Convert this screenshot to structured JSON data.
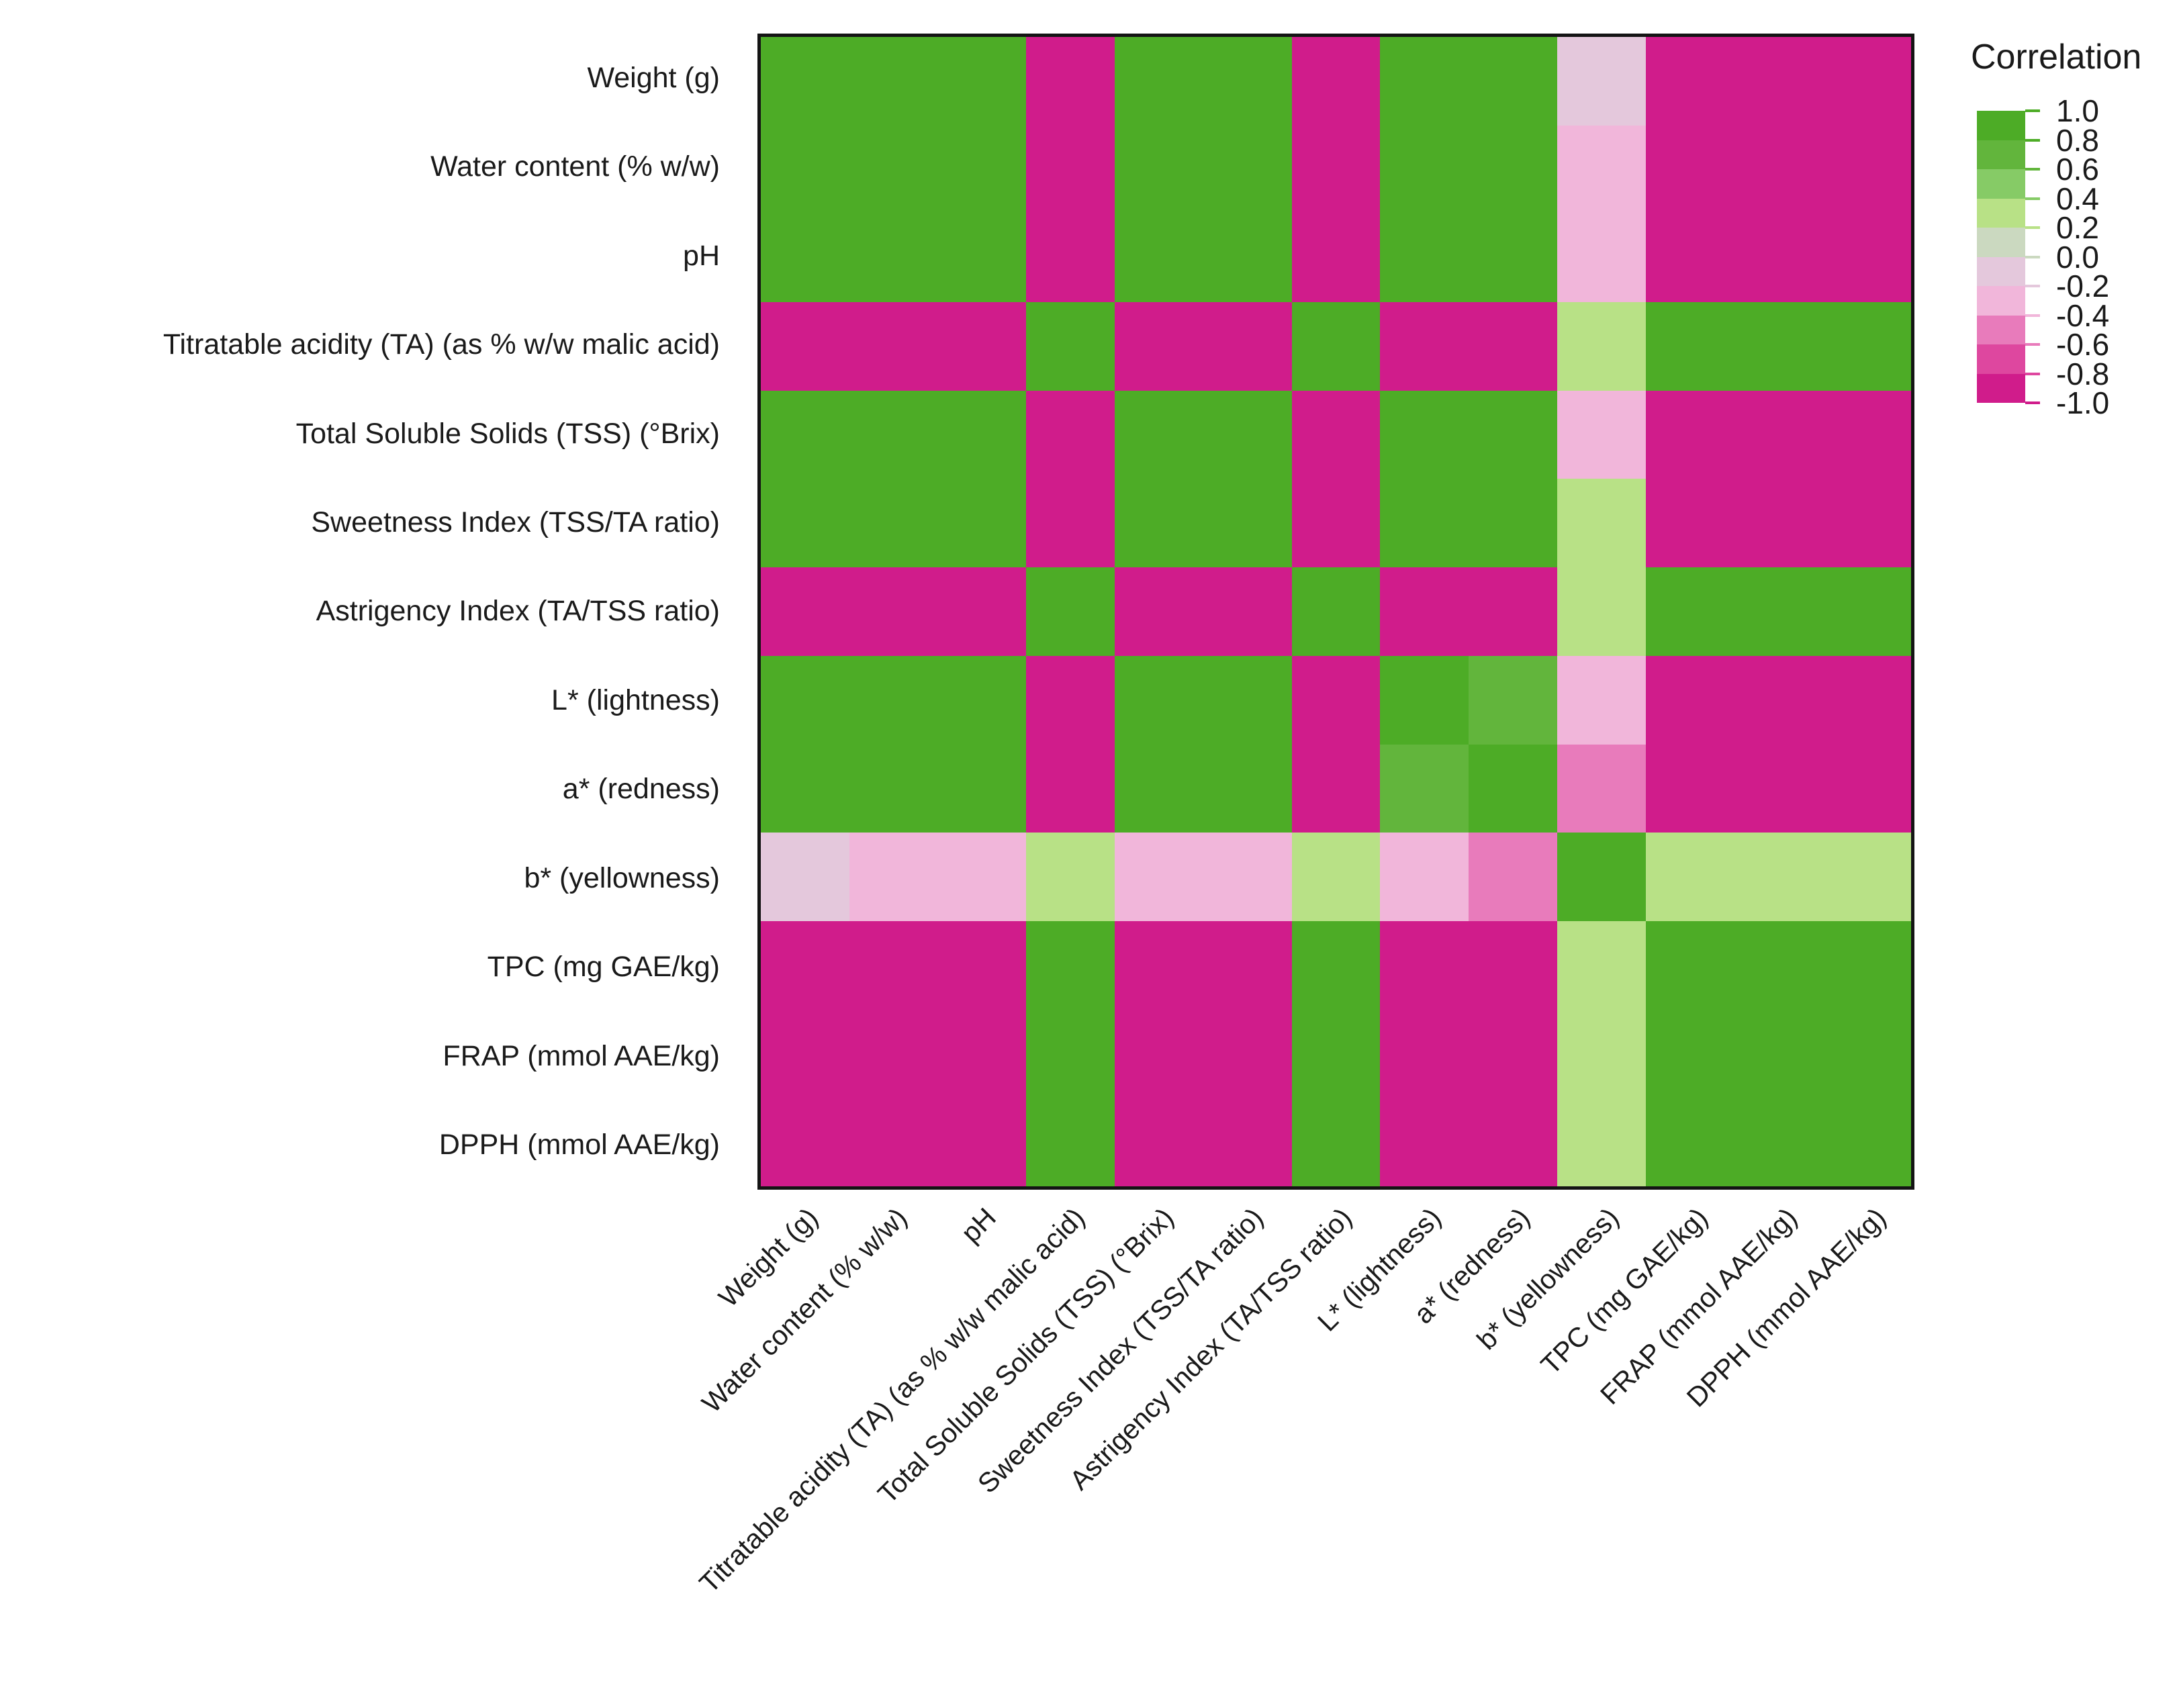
{
  "chart_data": {
    "type": "heatmap",
    "title": "",
    "xlabel": "",
    "ylabel": "",
    "legend_title": "Correlation",
    "legend_position": "right",
    "grid": false,
    "zlim": [
      -1.0,
      1.0
    ],
    "colormap": "PiYG (discrete, 10 steps)",
    "colorbar_ticks": [
      "1.0",
      "0.8",
      "0.6",
      "0.4",
      "0.2",
      "0.0",
      "-0.2",
      "-0.4",
      "-0.6",
      "-0.8",
      "-1.0"
    ],
    "colorbar_tick_values": [
      1.0,
      0.8,
      0.6,
      0.4,
      0.2,
      0.0,
      -0.2,
      -0.4,
      -0.6,
      -0.8,
      -1.0
    ],
    "colorbar_swatches": [
      "#4DAC26",
      "#62B53C",
      "#86CB66",
      "#B8E186",
      "#CBD9C0",
      "#E4C8DC",
      "#F1B6DA",
      "#E87BBB",
      "#DE479F",
      "#D01C8B"
    ],
    "categories": [
      "Weight (g)",
      "Water content (% w/w)",
      "pH",
      "Titratable acidity (TA) (as % w/w malic acid)",
      "Total Soluble Solids (TSS) (°Brix)",
      "Sweetness Index (TSS/TA ratio)",
      "Astrigency Index (TA/TSS ratio)",
      "L* (lightness)",
      "a* (redness)",
      "b* (yellowness)",
      "TPC (mg GAE/kg)",
      "FRAP (mmol AAE/kg)",
      "DPPH (mmol AAE/kg)"
    ],
    "x_categories": [
      "Weight (g)",
      "Water content (% w/w)",
      "pH",
      "Titratable acidity (TA) (as % w/w malic acid)",
      "Total Soluble Solids (TSS) (°Brix)",
      "Sweetness Index (TSS/TA ratio)",
      "Astrigency Index (TA/TSS ratio)",
      "L* (lightness)",
      "a* (redness)",
      "b* (yellowness)",
      "TPC (mg GAE/kg)",
      "FRAP (mmol AAE/kg)",
      "DPPH (mmol AAE/kg)"
    ],
    "y_categories": [
      "Weight (g)",
      "Water content (% w/w)",
      "pH",
      "Titratable acidity (TA) (as % w/w malic acid)",
      "Total Soluble Solids (TSS) (°Brix)",
      "Sweetness Index (TSS/TA ratio)",
      "Astrigency Index (TA/TSS ratio)",
      "L* (lightness)",
      "a* (redness)",
      "b* (yellowness)",
      "TPC (mg GAE/kg)",
      "FRAP (mmol AAE/kg)",
      "DPPH (mmol AAE/kg)"
    ],
    "values": [
      [
        1.0,
        0.97,
        0.95,
        -0.93,
        0.96,
        0.95,
        -0.93,
        0.94,
        0.93,
        -0.05,
        -0.92,
        -0.93,
        -0.92
      ],
      [
        0.96,
        1.0,
        0.96,
        -0.94,
        0.95,
        0.95,
        -0.94,
        0.95,
        0.94,
        -0.32,
        -0.93,
        -0.94,
        -0.93
      ],
      [
        0.95,
        0.96,
        1.0,
        -0.95,
        0.96,
        0.96,
        -0.95,
        0.95,
        0.95,
        -0.33,
        -0.94,
        -0.95,
        -0.94
      ],
      [
        -0.93,
        -0.94,
        -0.95,
        1.0,
        -0.94,
        -0.94,
        0.99,
        -0.94,
        -0.94,
        0.35,
        0.94,
        0.95,
        0.94
      ],
      [
        0.96,
        0.95,
        0.96,
        -0.94,
        1.0,
        0.96,
        -0.94,
        0.95,
        0.95,
        -0.31,
        -0.93,
        -0.94,
        -0.93
      ],
      [
        0.95,
        0.95,
        0.96,
        -0.94,
        0.96,
        1.0,
        -0.95,
        0.95,
        0.95,
        0.32,
        -0.93,
        -0.94,
        -0.93
      ],
      [
        -0.93,
        -0.94,
        -0.95,
        0.99,
        -0.94,
        -0.95,
        1.0,
        -0.94,
        -0.94,
        0.34,
        0.94,
        0.95,
        0.94
      ],
      [
        0.94,
        0.95,
        0.95,
        -0.94,
        0.95,
        0.95,
        -0.94,
        1.0,
        0.72,
        -0.38,
        -0.93,
        -0.94,
        -0.93
      ],
      [
        0.93,
        0.94,
        0.95,
        -0.94,
        0.95,
        0.95,
        -0.94,
        0.72,
        1.0,
        -0.52,
        -0.93,
        -0.94,
        -0.93
      ],
      [
        -0.05,
        -0.32,
        -0.33,
        0.35,
        -0.31,
        -0.32,
        0.34,
        -0.38,
        -0.52,
        1.0,
        0.36,
        0.36,
        0.36
      ],
      [
        -0.92,
        -0.93,
        -0.94,
        0.94,
        -0.93,
        -0.93,
        0.94,
        -0.93,
        -0.93,
        0.36,
        1.0,
        0.97,
        0.96
      ],
      [
        -0.93,
        -0.94,
        -0.95,
        0.95,
        -0.94,
        -0.94,
        0.95,
        -0.94,
        -0.94,
        0.36,
        0.97,
        1.0,
        0.97
      ],
      [
        -0.92,
        -0.93,
        -0.94,
        0.94,
        -0.93,
        -0.93,
        0.94,
        -0.93,
        -0.93,
        0.36,
        0.96,
        0.97,
        1.0
      ]
    ]
  }
}
